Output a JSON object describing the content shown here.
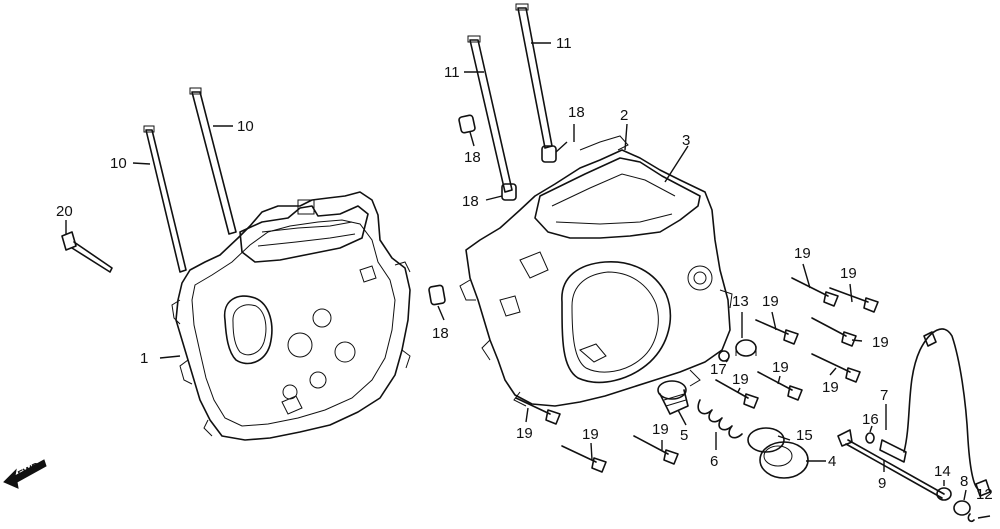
{
  "callouts": [
    {
      "id": "c1",
      "text": "1"
    },
    {
      "id": "c2",
      "text": "2"
    },
    {
      "id": "c3",
      "text": "3"
    },
    {
      "id": "c4",
      "text": "4"
    },
    {
      "id": "c5",
      "text": "5"
    },
    {
      "id": "c6",
      "text": "6"
    },
    {
      "id": "c7",
      "text": "7"
    },
    {
      "id": "c8",
      "text": "8"
    },
    {
      "id": "c9",
      "text": "9"
    },
    {
      "id": "c10a",
      "text": "10"
    },
    {
      "id": "c10b",
      "text": "10"
    },
    {
      "id": "c11a",
      "text": "11"
    },
    {
      "id": "c11b",
      "text": "11"
    },
    {
      "id": "c12",
      "text": "12"
    },
    {
      "id": "c13",
      "text": "13"
    },
    {
      "id": "c14",
      "text": "14"
    },
    {
      "id": "c15",
      "text": "15"
    },
    {
      "id": "c16",
      "text": "16"
    },
    {
      "id": "c17",
      "text": "17"
    },
    {
      "id": "c18a",
      "text": "18"
    },
    {
      "id": "c18b",
      "text": "18"
    },
    {
      "id": "c18c",
      "text": "18"
    },
    {
      "id": "c18d",
      "text": "18"
    },
    {
      "id": "c19a",
      "text": "19"
    },
    {
      "id": "c19b",
      "text": "19"
    },
    {
      "id": "c19c",
      "text": "19"
    },
    {
      "id": "c19d",
      "text": "19"
    },
    {
      "id": "c19e",
      "text": "19"
    },
    {
      "id": "c19f",
      "text": "19"
    },
    {
      "id": "c19g",
      "text": "19"
    },
    {
      "id": "c19h",
      "text": "19"
    },
    {
      "id": "c19i",
      "text": "19"
    },
    {
      "id": "c19j",
      "text": "19"
    },
    {
      "id": "c20",
      "text": "20"
    }
  ],
  "fwd_label": "FWD"
}
